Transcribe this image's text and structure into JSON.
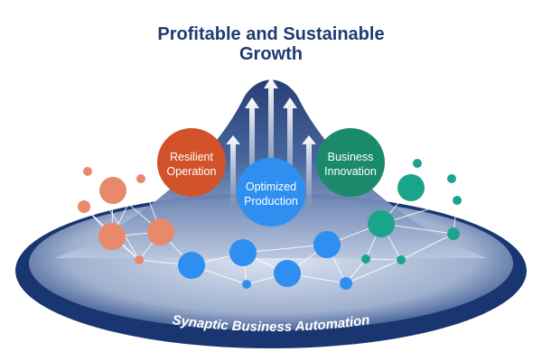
{
  "title": {
    "line1": "Profitable and Sustainable",
    "line2": "Growth"
  },
  "pillars": [
    {
      "line1": "Resilient",
      "line2": "Operation",
      "color": "#d2522a"
    },
    {
      "line1": "Optimized",
      "line2": "Production",
      "color": "#2f8ff0"
    },
    {
      "line1": "Business",
      "line2": "Innovation",
      "color": "#1b8a6b"
    }
  ],
  "base_label": "Synaptic Business Automation",
  "colors": {
    "title": "#1f3b73",
    "ring_dark": "#1a3670",
    "ring_light": "#8ea3c8",
    "orange_node": "#e8896c",
    "blue_node": "#2f8ff0",
    "green_node": "#1aa58a",
    "arrow": "#ffffff"
  },
  "icons": [
    "growth-arrow-icon"
  ]
}
